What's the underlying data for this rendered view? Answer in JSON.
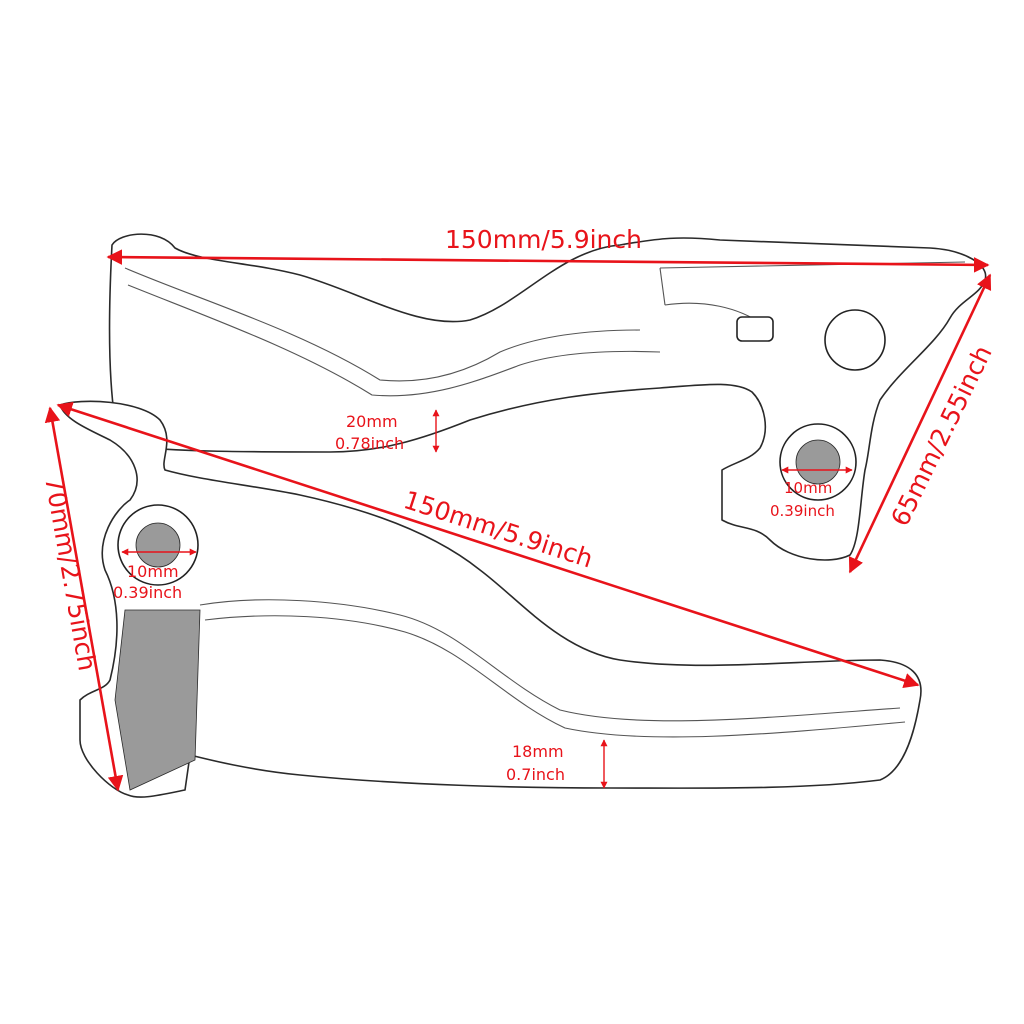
{
  "colors": {
    "dimension": "#e8131a",
    "outline": "#2a2a2a",
    "background": "#ffffff"
  },
  "top_lever": {
    "length": "150mm/5.9inch",
    "height": "65mm/2.55inch",
    "blade_mm": "20mm",
    "blade_in": "0.78inch",
    "hole_mm": "10mm",
    "hole_in": "0.39inch"
  },
  "bottom_lever": {
    "length": "150mm/5.9inch",
    "height": "70mm/2.75inch",
    "blade_mm": "18mm",
    "blade_in": "0.7inch",
    "hole_mm": "10mm",
    "hole_in": "0.39inch"
  }
}
